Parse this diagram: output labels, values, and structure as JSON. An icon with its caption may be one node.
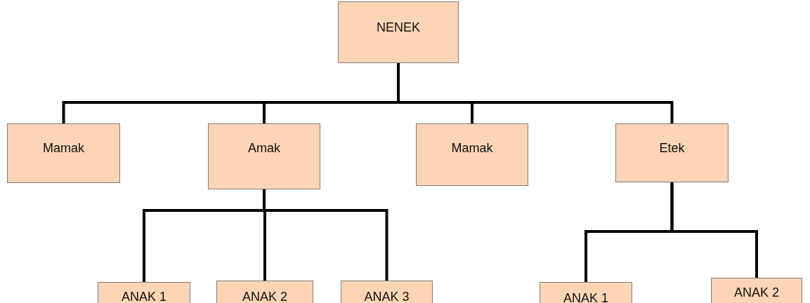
{
  "diagram": {
    "nodes": [
      {
        "text": [
          "NENEK"
        ]
      },
      {
        "text": [
          "Mamak"
        ]
      },
      {
        "text": [
          "Amak"
        ]
      },
      {
        "text": [
          "Mamak"
        ]
      },
      {
        "text": [
          "Etek"
        ]
      },
      {
        "text": [
          "ANAK 1"
        ]
      },
      {
        "text": [
          "ANAK 2"
        ]
      },
      {
        "text": [
          "ANAK 3"
        ]
      },
      {
        "text": [
          "ANAK 1"
        ]
      },
      {
        "text": [
          "ANAK 2"
        ]
      }
    ],
    "edges": [
      {
        "from": 0,
        "to": 1,
        "arrow": "none"
      },
      {
        "from": 0,
        "to": 2,
        "arrow": "none"
      },
      {
        "from": 0,
        "to": 3,
        "arrow": "none"
      },
      {
        "from": 0,
        "to": 4,
        "arrow": "none"
      },
      {
        "from": 2,
        "to": 5,
        "arrow": "none"
      },
      {
        "from": 2,
        "to": 6,
        "arrow": "none"
      },
      {
        "from": 2,
        "to": 7,
        "arrow": "none"
      },
      {
        "from": 4,
        "to": 8,
        "arrow": "none"
      },
      {
        "from": 4,
        "to": 9,
        "arrow": "none"
      }
    ]
  }
}
